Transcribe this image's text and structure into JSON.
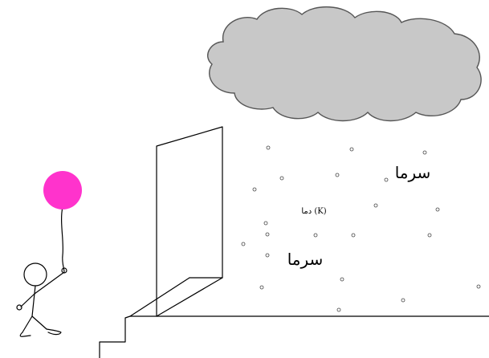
{
  "labels": {
    "cold_upper": "سرما",
    "cold_lower": "سرما",
    "warmth": "دما (K)"
  },
  "colors": {
    "balloon": "#ff33cc",
    "cloud_fill": "#c8c8c8",
    "cloud_stroke": "#555555",
    "line": "#000000"
  },
  "icons": {
    "cloud": "cloud-icon",
    "balloon": "balloon-icon",
    "person": "stick-figure-icon",
    "door": "door-icon",
    "snow": "snow-particle-icon"
  }
}
